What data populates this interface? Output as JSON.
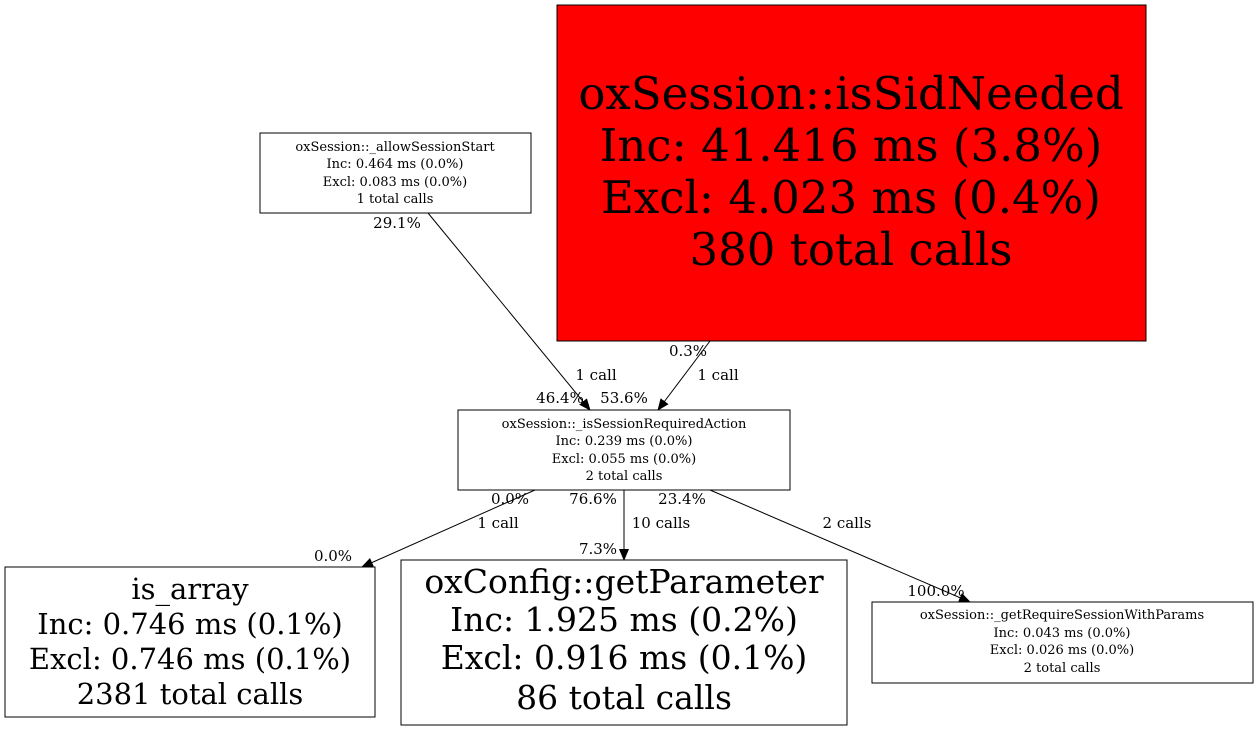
{
  "colors": {
    "hot_node": "#ff0000",
    "default_node": "#ffffff"
  },
  "nodes": {
    "allow": {
      "name": "oxSession::_allowSessionStart",
      "inc": "Inc: 0.464 ms (0.0%)",
      "excl": "Excl: 0.083 ms (0.0%)",
      "calls": "1 total calls"
    },
    "issid": {
      "name": "oxSession::isSidNeeded",
      "inc": "Inc: 41.416 ms (3.8%)",
      "excl": "Excl: 4.023 ms (0.4%)",
      "calls": "380 total calls"
    },
    "req": {
      "name": "oxSession::_isSessionRequiredAction",
      "inc": "Inc: 0.239 ms (0.0%)",
      "excl": "Excl: 0.055 ms (0.0%)",
      "calls": "2 total calls"
    },
    "isarray": {
      "name": "is_array",
      "inc": "Inc: 0.746 ms (0.1%)",
      "excl": "Excl: 0.746 ms (0.1%)",
      "calls": "2381 total calls"
    },
    "getparam": {
      "name": "oxConfig::getParameter",
      "inc": "Inc: 1.925 ms (0.2%)",
      "excl": "Excl: 0.916 ms (0.1%)",
      "calls": "86 total calls"
    },
    "getreq": {
      "name": "oxSession::_getRequireSessionWithParams",
      "inc": "Inc: 0.043 ms (0.0%)",
      "excl": "Excl: 0.026 ms (0.0%)",
      "calls": "2 total calls"
    }
  },
  "edges": {
    "allow_req": {
      "tail": "29.1%",
      "calls": "1 call",
      "head": "46.4%"
    },
    "issid_req": {
      "tail": "0.3%",
      "calls": "1 call",
      "head": "53.6%"
    },
    "req_isarray": {
      "tail": "0.0%",
      "calls": "1 call",
      "head": "0.0%"
    },
    "req_getparam": {
      "tail": "76.6%",
      "calls": "10 calls",
      "head": "7.3%"
    },
    "req_getreq": {
      "tail": "23.4%",
      "calls": "2 calls",
      "head": "100.0%"
    }
  }
}
